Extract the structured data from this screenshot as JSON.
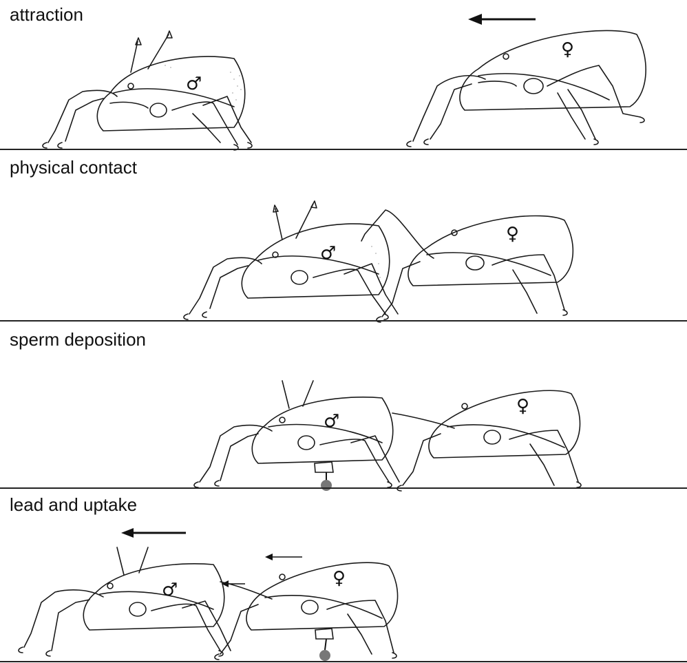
{
  "panels": [
    {
      "title": "attraction",
      "male_symbol": "♂",
      "female_symbol": "♀"
    },
    {
      "title": "physical contact",
      "male_symbol": "♂",
      "female_symbol": "♀"
    },
    {
      "title": "sperm deposition",
      "male_symbol": "♂",
      "female_symbol": "♀"
    },
    {
      "title": "lead and uptake",
      "male_symbol": "♂",
      "female_symbol": "♀"
    }
  ],
  "colors": {
    "line": "#1a1a1a",
    "spermatophore": "#777777",
    "stipple": "#9a9a9a"
  },
  "icons": [
    "arrow-left-icon",
    "male-symbol-icon",
    "female-symbol-icon",
    "spermatophore-icon"
  ]
}
